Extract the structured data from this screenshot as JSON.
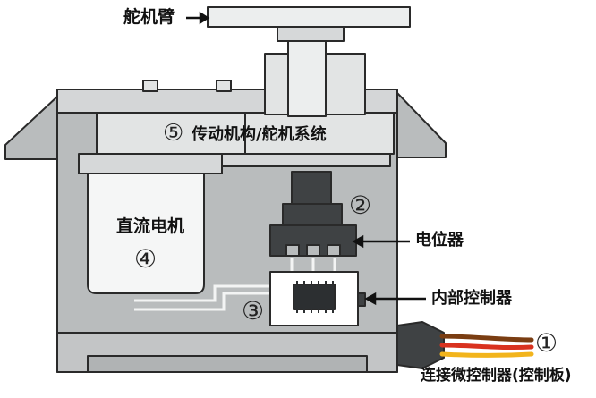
{
  "labels": {
    "horn": "舵机臂",
    "gear_system": "传动机构/舵机系统",
    "motor": "直流电机",
    "potentiometer": "电位器",
    "controller": "内部控制器",
    "connector": "连接微控制器(控制板)"
  },
  "markers": {
    "one": "①",
    "two": "②",
    "three": "③",
    "four": "④",
    "five": "⑤"
  },
  "colors": {
    "body_gray": "#b9bcbd",
    "light_gray": "#e2e4e4",
    "dark_gray": "#3f4244",
    "outline": "#2a2a2a",
    "wire_brown": "#7a3d12",
    "wire_red": "#d9321f",
    "wire_yellow": "#f2b41c"
  }
}
